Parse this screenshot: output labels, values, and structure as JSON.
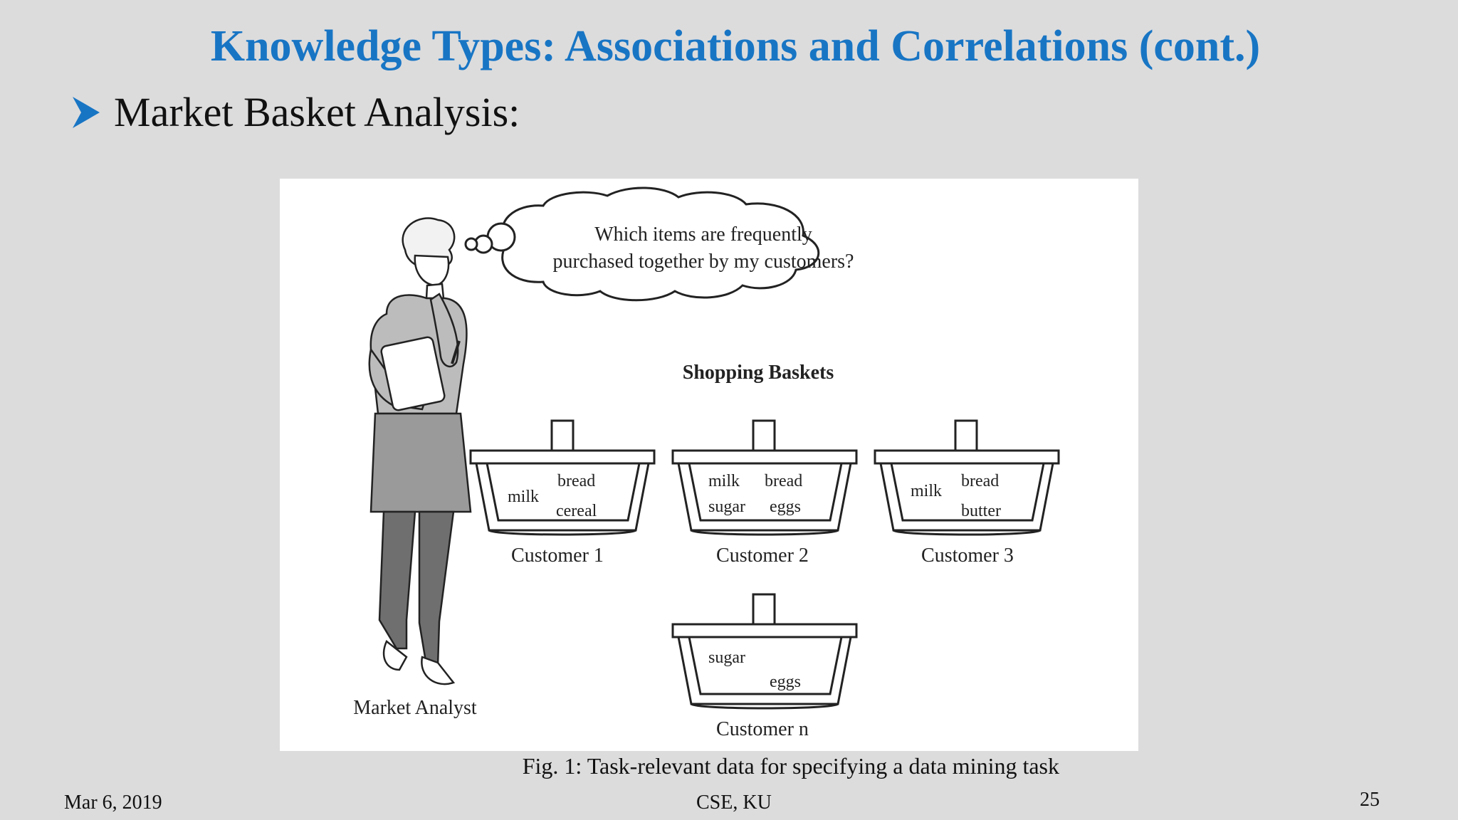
{
  "slide": {
    "title": "Knowledge Types: Associations and Correlations (cont.)",
    "bullet": "Market Basket Analysis:",
    "accent_color": "#1875c4",
    "background_color": "#dcdcdd"
  },
  "figure": {
    "thought_line1": "Which items are frequently",
    "thought_line2": "purchased together by my customers?",
    "heading": "Shopping Baskets",
    "analyst_label": "Market Analyst",
    "baskets": [
      {
        "customer": "Customer 1",
        "items": [
          "milk",
          "bread",
          "cereal"
        ]
      },
      {
        "customer": "Customer 2",
        "items": [
          "milk",
          "bread",
          "sugar",
          "eggs"
        ]
      },
      {
        "customer": "Customer 3",
        "items": [
          "milk",
          "bread",
          "butter"
        ]
      },
      {
        "customer": "Customer n",
        "items": [
          "sugar",
          "eggs"
        ]
      }
    ],
    "caption": "Fig. 1: Task-relevant data for specifying a data mining task"
  },
  "footer": {
    "date": "Mar 6, 2019",
    "center": "CSE, KU",
    "page": "25"
  }
}
